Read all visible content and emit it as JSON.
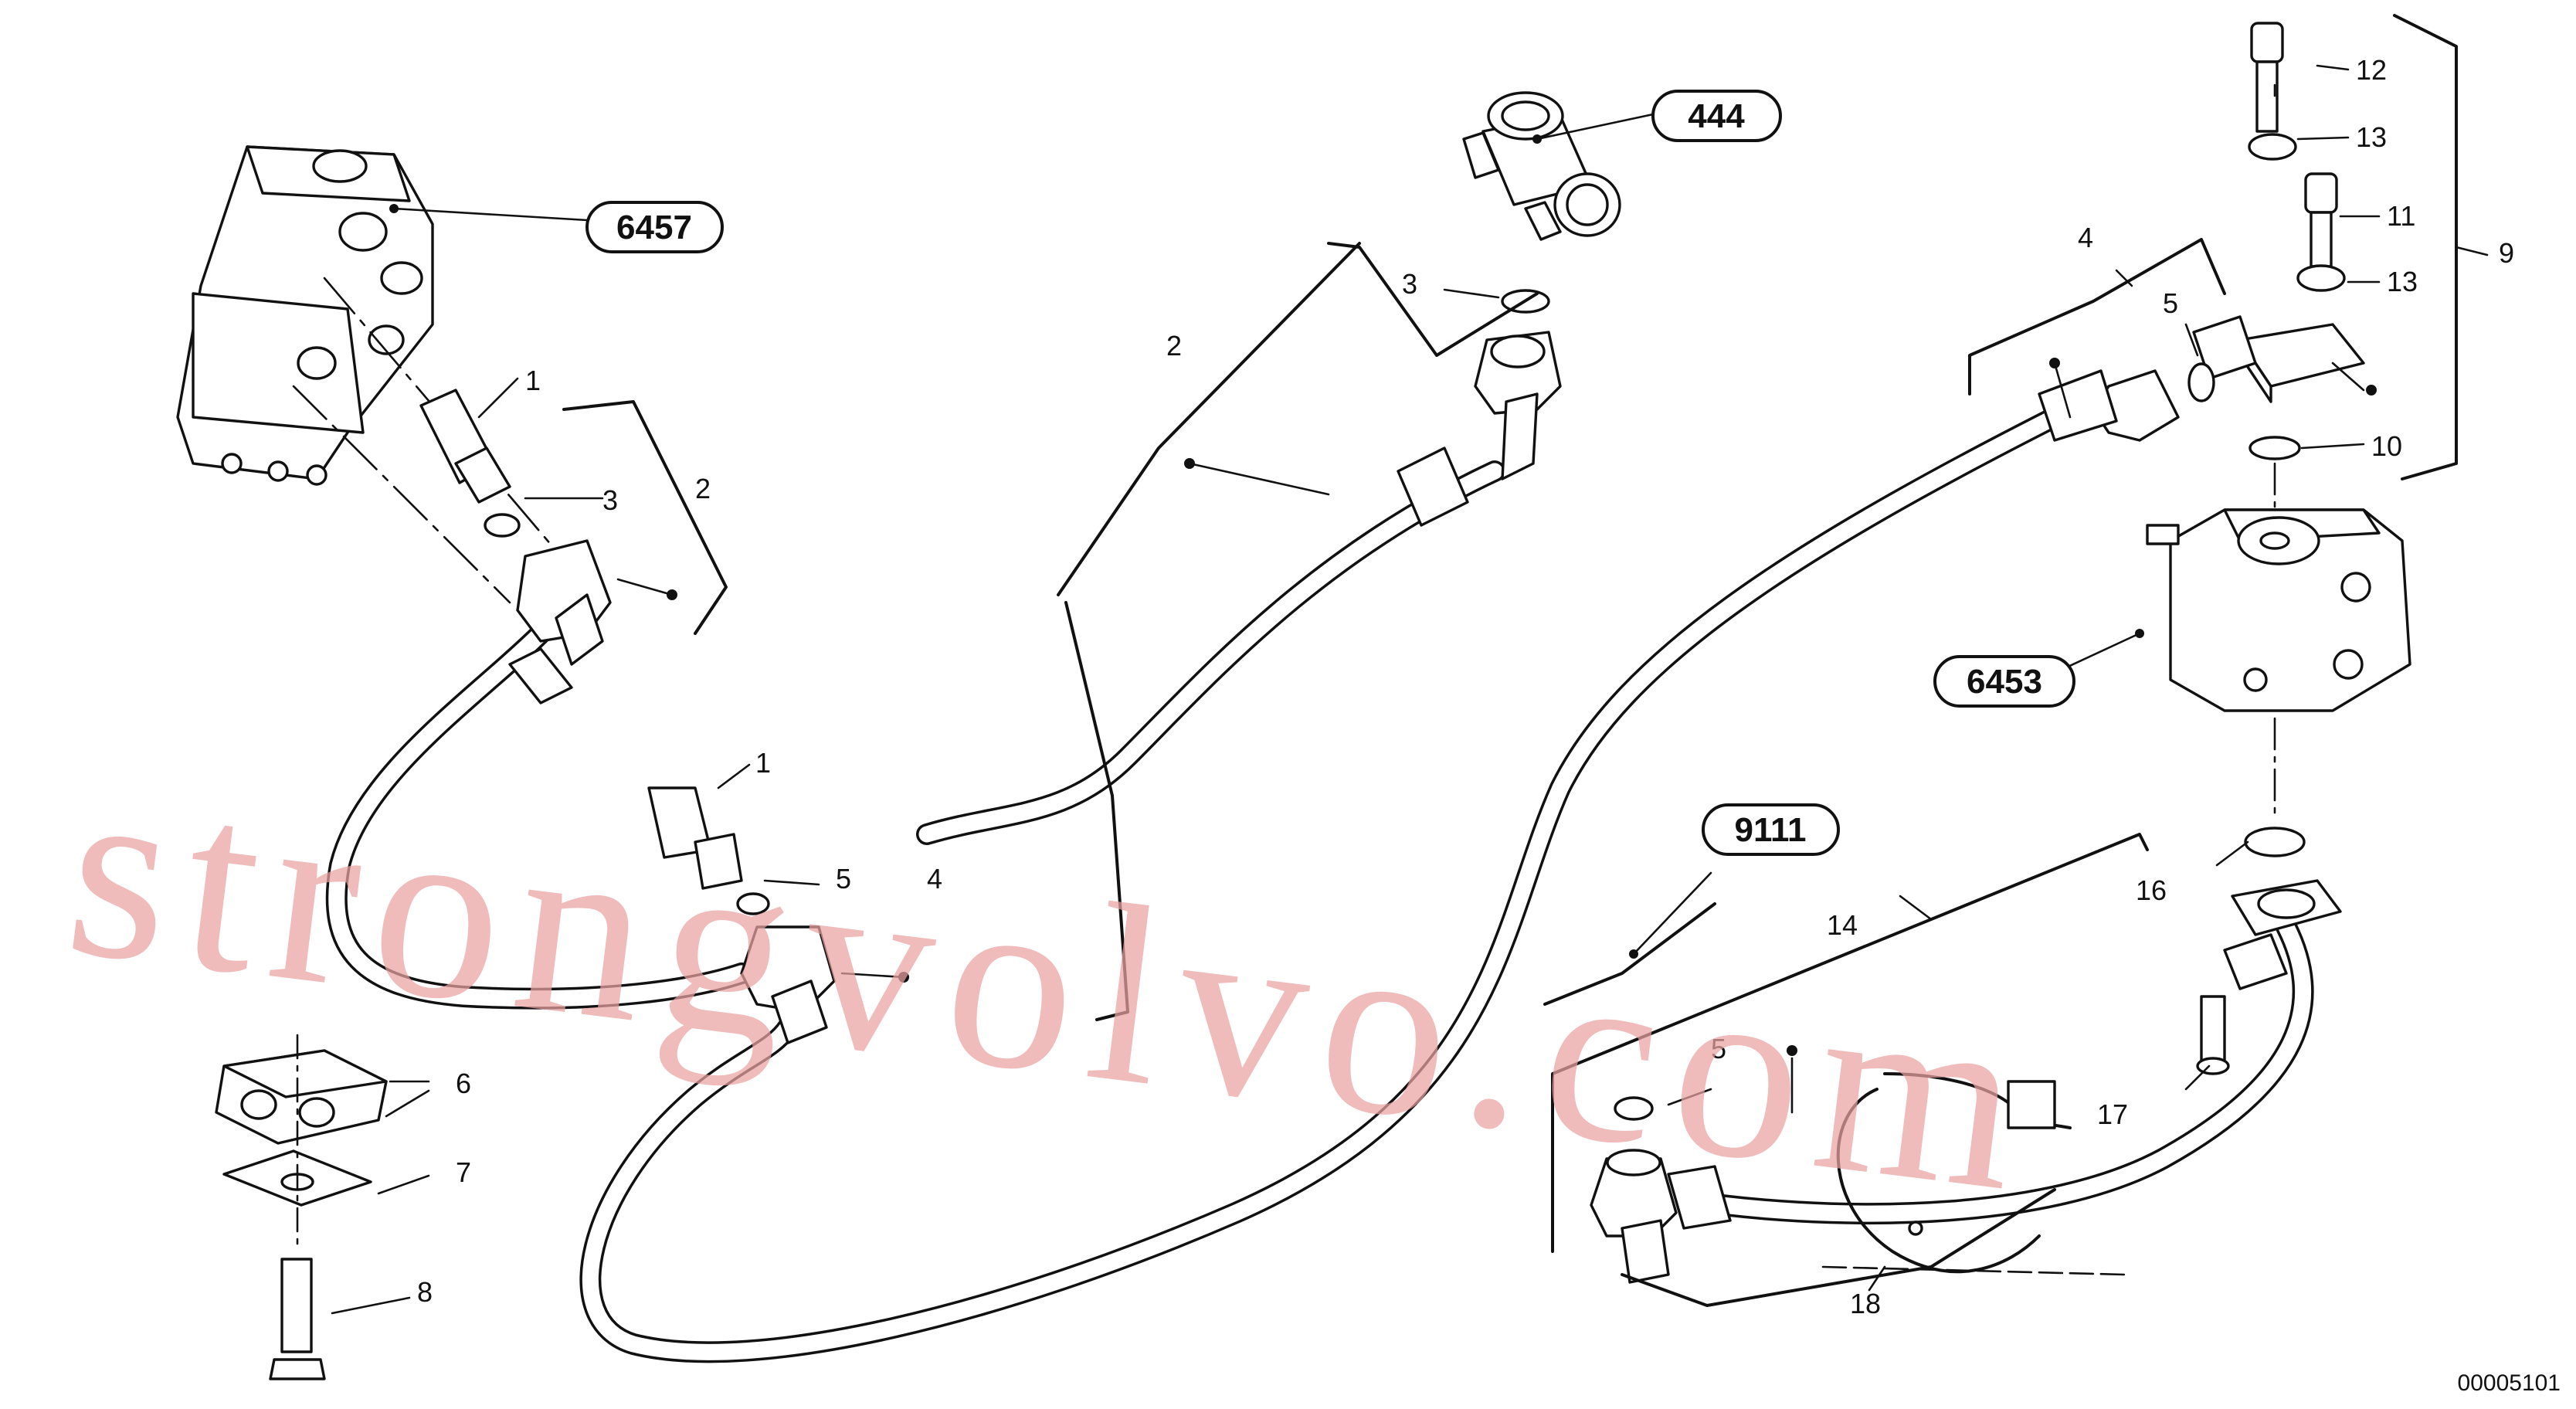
{
  "reference_callouts": {
    "ref_444": "444",
    "ref_6457": "6457",
    "ref_6453": "6453",
    "ref_9111": "9111"
  },
  "item_numbers": {
    "n1_upper": "1",
    "n1_lower": "1",
    "n2_left": "2",
    "n2_center": "2",
    "n3_left": "3",
    "n3_center": "3",
    "n4_left": "4",
    "n4_right": "4",
    "n5_left": "5",
    "n5_right": "5",
    "n5_bottom": "5",
    "n6": "6",
    "n7": "7",
    "n8": "8",
    "n9": "9",
    "n10": "10",
    "n11": "11",
    "n12": "12",
    "n13_upper": "13",
    "n13_lower": "13",
    "n14": "14",
    "n16": "16",
    "n17": "17",
    "n18": "18"
  },
  "watermark": "strongvolvo.com",
  "drawing_code": "00005101"
}
